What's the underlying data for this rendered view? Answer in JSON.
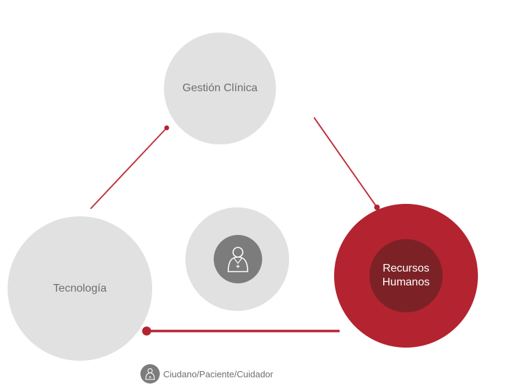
{
  "nodes": {
    "gestion": "Gestión Clínica",
    "tecnologia": "Tecnología",
    "rrhh": "Recursos Humanos"
  },
  "center": {
    "icon": "user-icon"
  },
  "legend": {
    "icon": "user-icon",
    "text": "Ciudano/Paciente/Cuidador"
  },
  "colors": {
    "circle_grey": "#e1e1e2",
    "accent_red": "#b32430",
    "dark_red": "#7c2226",
    "avatar_grey": "#7c7c7c",
    "text_grey": "#6e6e6e"
  }
}
